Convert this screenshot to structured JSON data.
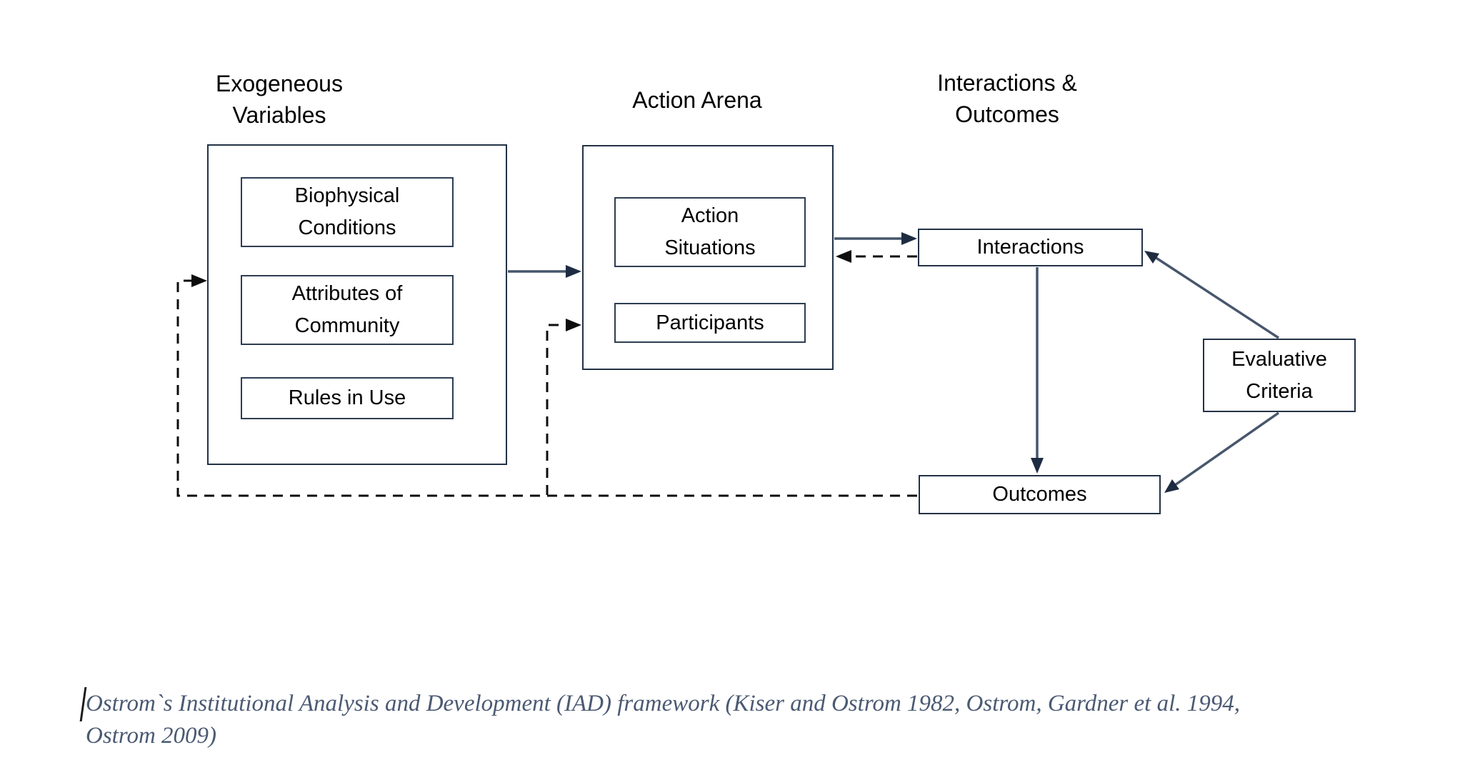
{
  "colors": {
    "outerBorder": "#223246",
    "innerBorder": "#2e3d52",
    "solidLine": "#47566b",
    "arrowHead": "#1e2c42",
    "dashedLine": "#0d0d0d",
    "captionColor": "#4b5a73"
  },
  "diagram": {
    "headings": {
      "exogenous": "Exogeneous\nVariables",
      "action_arena": "Action Arena",
      "interactions_outcomes": "Interactions &\nOutcomes"
    },
    "exogenous_box": {
      "biophysical": "Biophysical\nConditions",
      "attributes": "Attributes of\nCommunity",
      "rules": "Rules in Use"
    },
    "action_arena_box": {
      "action_situations": "Action\nSituations",
      "participants": "Participants"
    },
    "interactions_label": "Interactions",
    "outcomes_label": "Outcomes",
    "evaluative_label": "Evaluative\nCriteria"
  },
  "caption": {
    "text": "Ostrom`s Institutional Analysis and Development (IAD) framework (Kiser and Ostrom 1982, Ostrom, Gardner et al. 1994,\nOstrom 2009)"
  }
}
